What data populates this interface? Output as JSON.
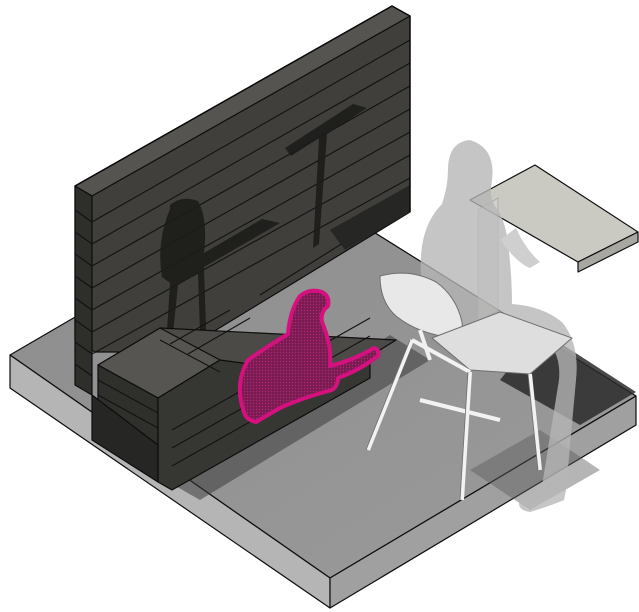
{
  "illustration": {
    "type": "isometric-interior-scene",
    "description_text": "",
    "elements": [
      "floor-platform",
      "slatted-back-wall",
      "slatted-bench",
      "dog-silhouette",
      "chair",
      "seated-person-silhouette",
      "wall-mounted-desk",
      "floor-lamp-shadow",
      "chair-shadow"
    ]
  },
  "colors": {
    "floor_top": "#8d8d8d",
    "floor_side_left": "#b3b3b3",
    "floor_side_right": "#9a9a9a",
    "wall_face": "#3e3e3b",
    "wall_side": "#2d2d2a",
    "bench_top": "#4a4a46",
    "bench_front": "#343431",
    "dog_outline": "#d4117f",
    "dog_fill": "#8a1f5c",
    "chair": "#e6e6e6",
    "person": "#b8b8b8",
    "desk": "#c9c9c2",
    "shadow": "#1e1e1e"
  }
}
